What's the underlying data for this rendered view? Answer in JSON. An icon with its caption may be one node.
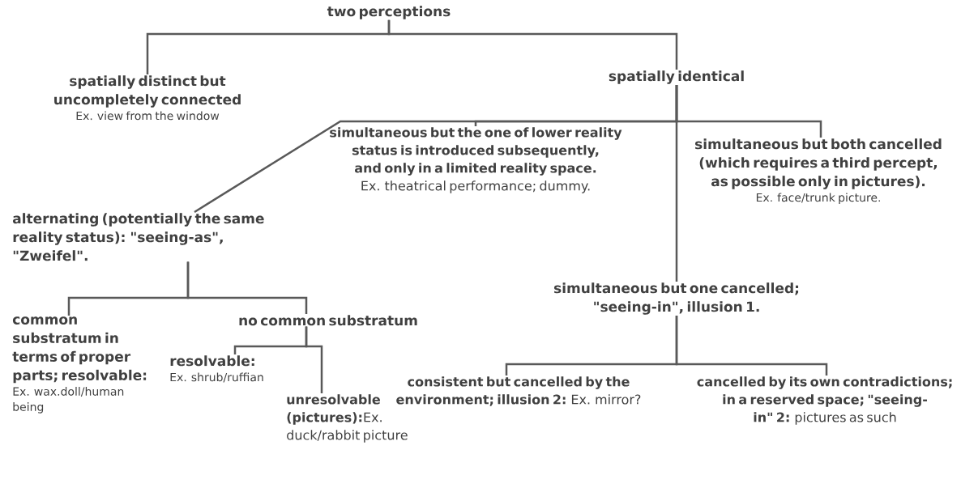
{
  "diagram": {
    "nodes": [
      {
        "text": [
          "two perceptions"
        ]
      },
      {
        "text": [
          "spatially distinct but uncompletely connected",
          "Ex. view from the window"
        ]
      },
      {
        "text": [
          "spatially identical"
        ]
      },
      {
        "text": [
          "alternating (potentially the same reality status): \"seeing-as\", \"Zweifel\"."
        ]
      },
      {
        "text": [
          "**simultaneous but the one of lower reality status is introduced subsequently, and only in a limited reality space.** Ex. theatrical performance; dummy."
        ]
      },
      {
        "text": [
          "simultaneous but both cancelled (which requires a third percept, as possible only in pictures).",
          "Ex. face/trunk picture."
        ]
      },
      {
        "text": [
          "simultaneous but one cancelled; \"seeing-in\", illusion 1."
        ]
      },
      {
        "text": [
          "common substratum in terms of proper parts; resolvable:",
          "Ex. wax.doll/human being"
        ]
      },
      {
        "text": [
          "no common substratum"
        ]
      },
      {
        "text": [
          "resolvable:",
          "Ex. shrub/ruffian"
        ]
      },
      {
        "text": [
          "**unresolvable (pictures):**Ex. duck/rabbit picture"
        ]
      },
      {
        "text": [
          "**consistent but cancelled by the environment; illusion 2:** Ex. mirror?"
        ]
      },
      {
        "text": [
          "**cancelled by its own contradictions; in a reserved space; \"seeing-in\" 2:** pictures as such"
        ]
      }
    ],
    "edges": [
      {
        "from": 0,
        "to": 1,
        "arrow": "none"
      },
      {
        "from": 0,
        "to": 2,
        "arrow": "none"
      },
      {
        "from": 2,
        "to": 3,
        "arrow": "none"
      },
      {
        "from": 2,
        "to": 4,
        "arrow": "none"
      },
      {
        "from": 2,
        "to": 5,
        "arrow": "none"
      },
      {
        "from": 2,
        "to": 6,
        "arrow": "none"
      },
      {
        "from": 3,
        "to": 7,
        "arrow": "none"
      },
      {
        "from": 3,
        "to": 8,
        "arrow": "none"
      },
      {
        "from": 8,
        "to": 9,
        "arrow": "none"
      },
      {
        "from": 8,
        "to": 10,
        "arrow": "none"
      },
      {
        "from": 6,
        "to": 11,
        "arrow": "none"
      },
      {
        "from": 6,
        "to": 12,
        "arrow": "none"
      }
    ]
  }
}
